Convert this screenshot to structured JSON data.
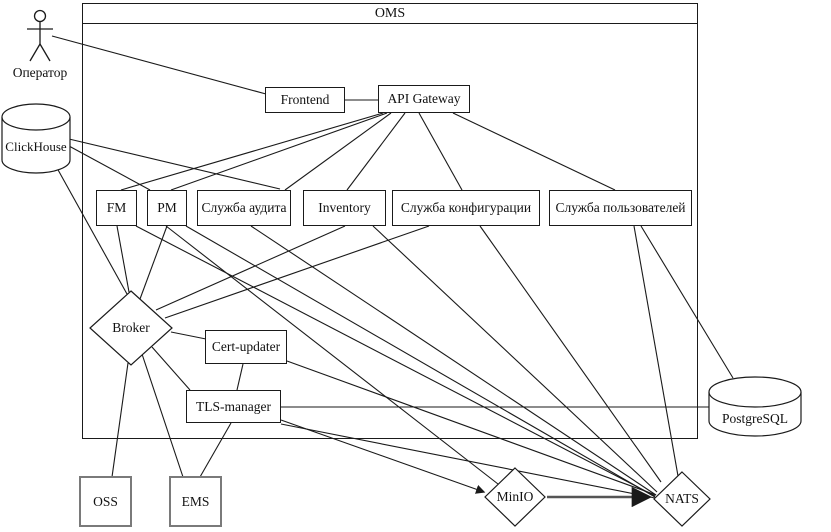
{
  "diagram": {
    "type": "component-communication-diagram",
    "frame": {
      "label": "OMS"
    },
    "actor": {
      "label": "Оператор"
    },
    "nodes": {
      "frontend": {
        "label": "Frontend",
        "shape": "box"
      },
      "api_gateway": {
        "label": "API Gateway",
        "shape": "box"
      },
      "clickhouse": {
        "label": "ClickHouse",
        "shape": "cylinder"
      },
      "fm": {
        "label": "FM",
        "shape": "box"
      },
      "pm": {
        "label": "PM",
        "shape": "box"
      },
      "audit_service": {
        "label": "Служба аудита",
        "shape": "box"
      },
      "inventory": {
        "label": "Inventory",
        "shape": "box"
      },
      "config_service": {
        "label": "Служба конфигурации",
        "shape": "box"
      },
      "users_service": {
        "label": "Служба пользователей",
        "shape": "box"
      },
      "broker": {
        "label": "Broker",
        "shape": "diamond"
      },
      "cert_updater": {
        "label": "Cert-updater",
        "shape": "box"
      },
      "tls_manager": {
        "label": "TLS-manager",
        "shape": "box"
      },
      "postgresql": {
        "label": "PostgreSQL",
        "shape": "cylinder"
      },
      "oss": {
        "label": "OSS",
        "shape": "box-gray"
      },
      "ems": {
        "label": "EMS",
        "shape": "box-gray"
      },
      "minio": {
        "label": "MinIO",
        "shape": "diamond"
      },
      "nats": {
        "label": "NATS",
        "shape": "diamond"
      }
    },
    "edges": [
      {
        "from": "operator",
        "to": "frontend"
      },
      {
        "from": "frontend",
        "to": "api_gateway"
      },
      {
        "from": "api_gateway",
        "to": "fm"
      },
      {
        "from": "api_gateway",
        "to": "pm"
      },
      {
        "from": "api_gateway",
        "to": "audit_service"
      },
      {
        "from": "api_gateway",
        "to": "inventory"
      },
      {
        "from": "api_gateway",
        "to": "config_service"
      },
      {
        "from": "api_gateway",
        "to": "users_service"
      },
      {
        "from": "clickhouse",
        "to": "pm"
      },
      {
        "from": "clickhouse",
        "to": "audit_service"
      },
      {
        "from": "clickhouse",
        "to": "broker"
      },
      {
        "from": "fm",
        "to": "broker"
      },
      {
        "from": "pm",
        "to": "broker"
      },
      {
        "from": "inventory",
        "to": "broker"
      },
      {
        "from": "config_service",
        "to": "broker"
      },
      {
        "from": "broker",
        "to": "cert_updater"
      },
      {
        "from": "broker",
        "to": "tls_manager"
      },
      {
        "from": "broker",
        "to": "oss"
      },
      {
        "from": "broker",
        "to": "ems"
      },
      {
        "from": "cert_updater",
        "to": "tls_manager"
      },
      {
        "from": "tls_manager",
        "to": "ems"
      },
      {
        "from": "tls_manager",
        "to": "postgresql"
      },
      {
        "from": "tls_manager",
        "to": "minio",
        "arrow": true
      },
      {
        "from": "tls_manager",
        "to": "nats"
      },
      {
        "from": "cert_updater",
        "to": "nats"
      },
      {
        "from": "pm",
        "to": "minio"
      },
      {
        "from": "pm",
        "to": "nats"
      },
      {
        "from": "fm",
        "to": "nats"
      },
      {
        "from": "audit_service",
        "to": "nats"
      },
      {
        "from": "inventory",
        "to": "nats"
      },
      {
        "from": "config_service",
        "to": "nats"
      },
      {
        "from": "users_service",
        "to": "nats"
      },
      {
        "from": "users_service",
        "to": "postgresql"
      },
      {
        "from": "minio",
        "to": "nats",
        "arrow": true,
        "style": "thick-gray"
      }
    ],
    "colors": {
      "line": "#1a1a1a",
      "thick_connector": "#555555",
      "gray_node_border": "#7a7a7a",
      "background": "#ffffff"
    }
  }
}
